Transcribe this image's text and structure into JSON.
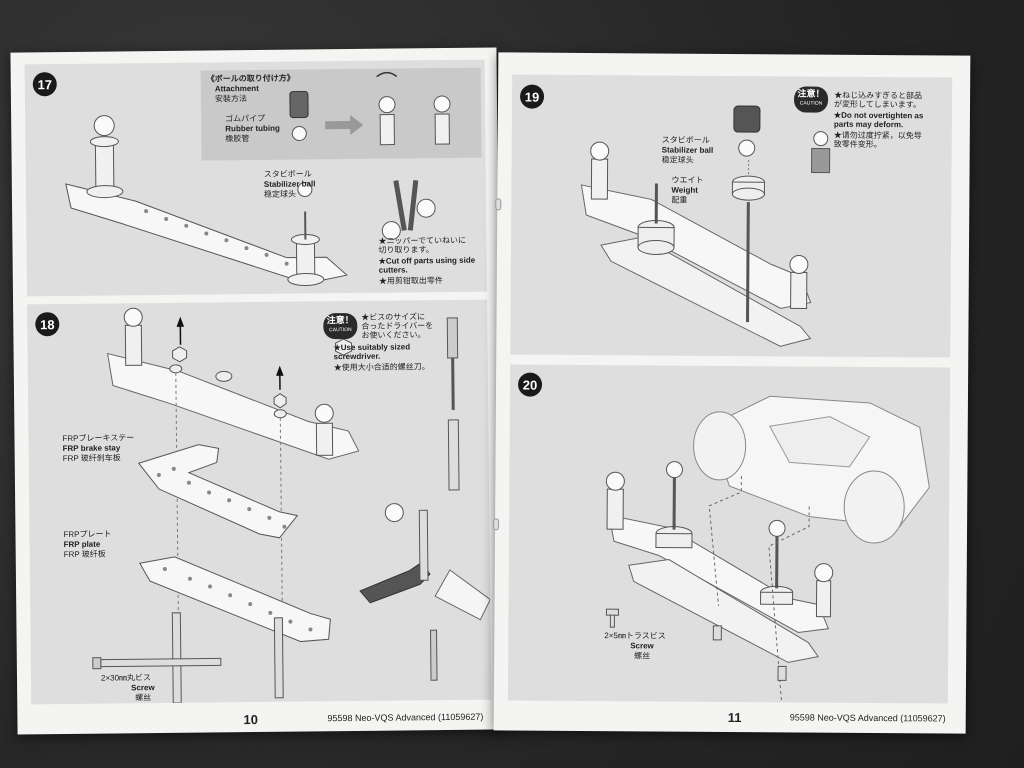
{
  "left_page": {
    "footer_page_number": "10",
    "footer_product": "95598 Neo-VQS Advanced (11059627)",
    "step17": {
      "number": "17",
      "inset_title_jp": "《ボールの取り付け方》",
      "inset_title_en": "Attachment",
      "inset_title_cn": "安裝方法",
      "rubber_tubing_jp": "ゴムパイプ",
      "rubber_tubing_en": "Rubber tubing",
      "rubber_tubing_cn": "橡胶管",
      "stabilizer_ball_jp": "スタビボール",
      "stabilizer_ball_en": "Stabilizer ball",
      "stabilizer_ball_cn": "稳定球头",
      "cut_note_jp": "★ニッパーでていねいに\n切り取ります。",
      "cut_note_en": "★Cut off parts using side\ncutters.",
      "cut_note_cn": "★用剪钳取出零件"
    },
    "step18": {
      "number": "18",
      "caution_jp": "注意！",
      "caution_en": "CAUTION",
      "caution_text_jp": "★ビスのサイズに\n合ったドライバーを\nお使いください。",
      "caution_text_en": "★Use suitably sized\nscrewdriver.",
      "caution_text_cn": "★使用大小合适的螺丝刀。",
      "brake_stay_jp": "FRPブレーキステー",
      "brake_stay_en": "FRP brake stay",
      "brake_stay_cn": "FRP 玻纤刹车板",
      "plate_jp": "FRPプレート",
      "plate_en": "FRP plate",
      "plate_cn": "FRP 玻纤板",
      "screw_jp": "2×30㎜丸ビス",
      "screw_en": "Screw",
      "screw_cn": "螺丝"
    }
  },
  "right_page": {
    "footer_page_number": "11",
    "footer_product": "95598 Neo-VQS Advanced (11059627)",
    "step19": {
      "number": "19",
      "caution_jp": "注意！",
      "caution_en": "CAUTION",
      "caution_text_jp": "★ねじ込みすぎると部品\nが変形してしまいます。",
      "caution_text_en": "★Do not overtighten as\nparts may deform.",
      "caution_text_cn": "★请勿过度拧紧，以免导\n致零件变形。",
      "stabilizer_ball_jp": "スタビボール",
      "stabilizer_ball_en": "Stabilizer ball",
      "stabilizer_ball_cn": "稳定球头",
      "weight_jp": "ウエイト",
      "weight_en": "Weight",
      "weight_cn": "配重"
    },
    "step20": {
      "number": "20",
      "screw_jp": "2×5㎜トラスビス",
      "screw_en": "Screw",
      "screw_cn": "螺丝"
    }
  },
  "colors": {
    "background": "#2c2c2c",
    "paper": "#f4f4f2",
    "panel": "#dedede",
    "inset": "#c9c9c9",
    "ink": "#1a1a1a"
  }
}
